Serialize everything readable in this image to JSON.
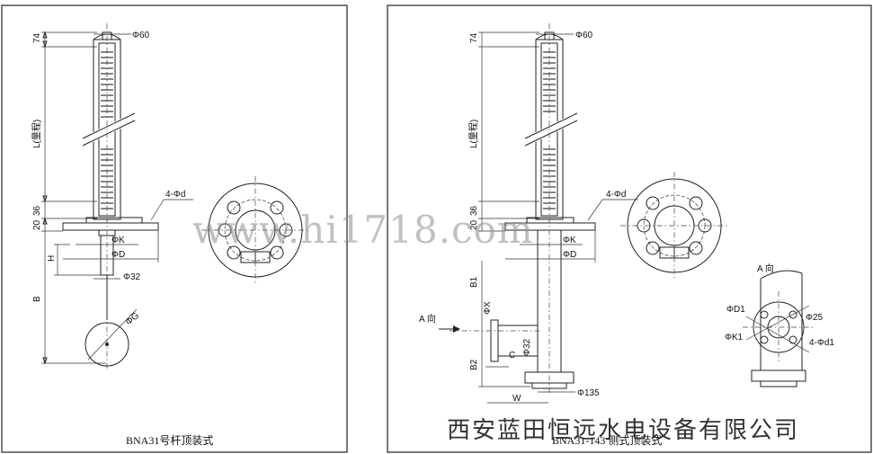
{
  "left_panel": {
    "caption": "BNA31号杆顶装式",
    "dims": {
      "d60": "Φ60",
      "h74": "74",
      "range": "L(量程)",
      "h36": "36",
      "h20": "20",
      "bolts": "4-Φd",
      "k": "ΦK",
      "d": "ΦD",
      "h": "H",
      "d32": "Φ32",
      "b": "B",
      "g": "ΦG"
    }
  },
  "right_panel": {
    "caption": "BNA31-143 侧式顶装式",
    "dims": {
      "d60": "Φ60",
      "h74": "74",
      "range": "L(量程)",
      "h36": "36",
      "h20": "20",
      "bolts": "4-Φd",
      "k": "ΦK",
      "d": "ΦD",
      "b1": "B1",
      "x": "ΦX",
      "dir_a": "A 向",
      "d32": "Φ32",
      "c": "C",
      "b2": "B2",
      "w": "W",
      "d135": "Φ135",
      "view_a": "A 向",
      "d1": "ΦD1",
      "d25": "Φ25",
      "k1": "ΦK1",
      "bolts2": "4-Φd1"
    }
  },
  "watermark": "www.hi1718.com",
  "company": "西安蓝田恒远水电设备有限公司"
}
